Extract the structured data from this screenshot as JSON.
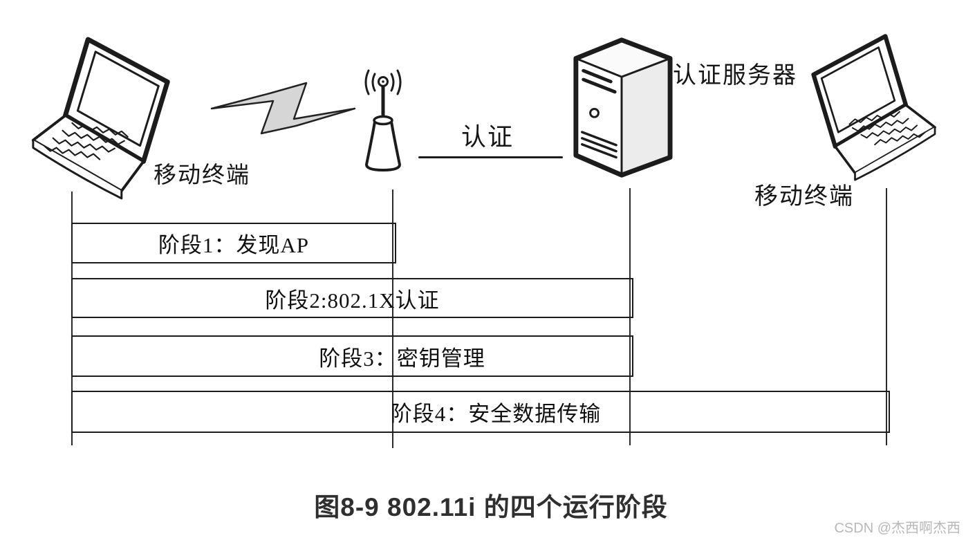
{
  "diagram": {
    "entities": {
      "laptop_left": {
        "label": "移动终端"
      },
      "auth_server": {
        "label": "认证服务器"
      },
      "laptop_right": {
        "label": "移动终端"
      }
    },
    "link": {
      "label": "认证"
    },
    "phases": [
      {
        "label": "阶段1：发现AP"
      },
      {
        "label": "阶段2:802.1X认证"
      },
      {
        "label": "阶段3：密钥管理"
      },
      {
        "label": "阶段4：安全数据传输"
      }
    ],
    "caption": "图8-9 802.11i 的四个运行阶段",
    "watermark": "CSDN @杰西啊杰西"
  },
  "icons": {
    "left_device": "laptop-icon",
    "middle_device": "wireless-ap-icon",
    "signal": "lightning-bolt-icon",
    "server": "server-tower-icon",
    "right_device": "laptop-icon"
  },
  "colors": {
    "ink": "#1c1c1c",
    "bolt_fill": "#d6d6d6",
    "caption": "#2f2f2f",
    "watermark": "#b8b8b8",
    "background": "#ffffff"
  }
}
